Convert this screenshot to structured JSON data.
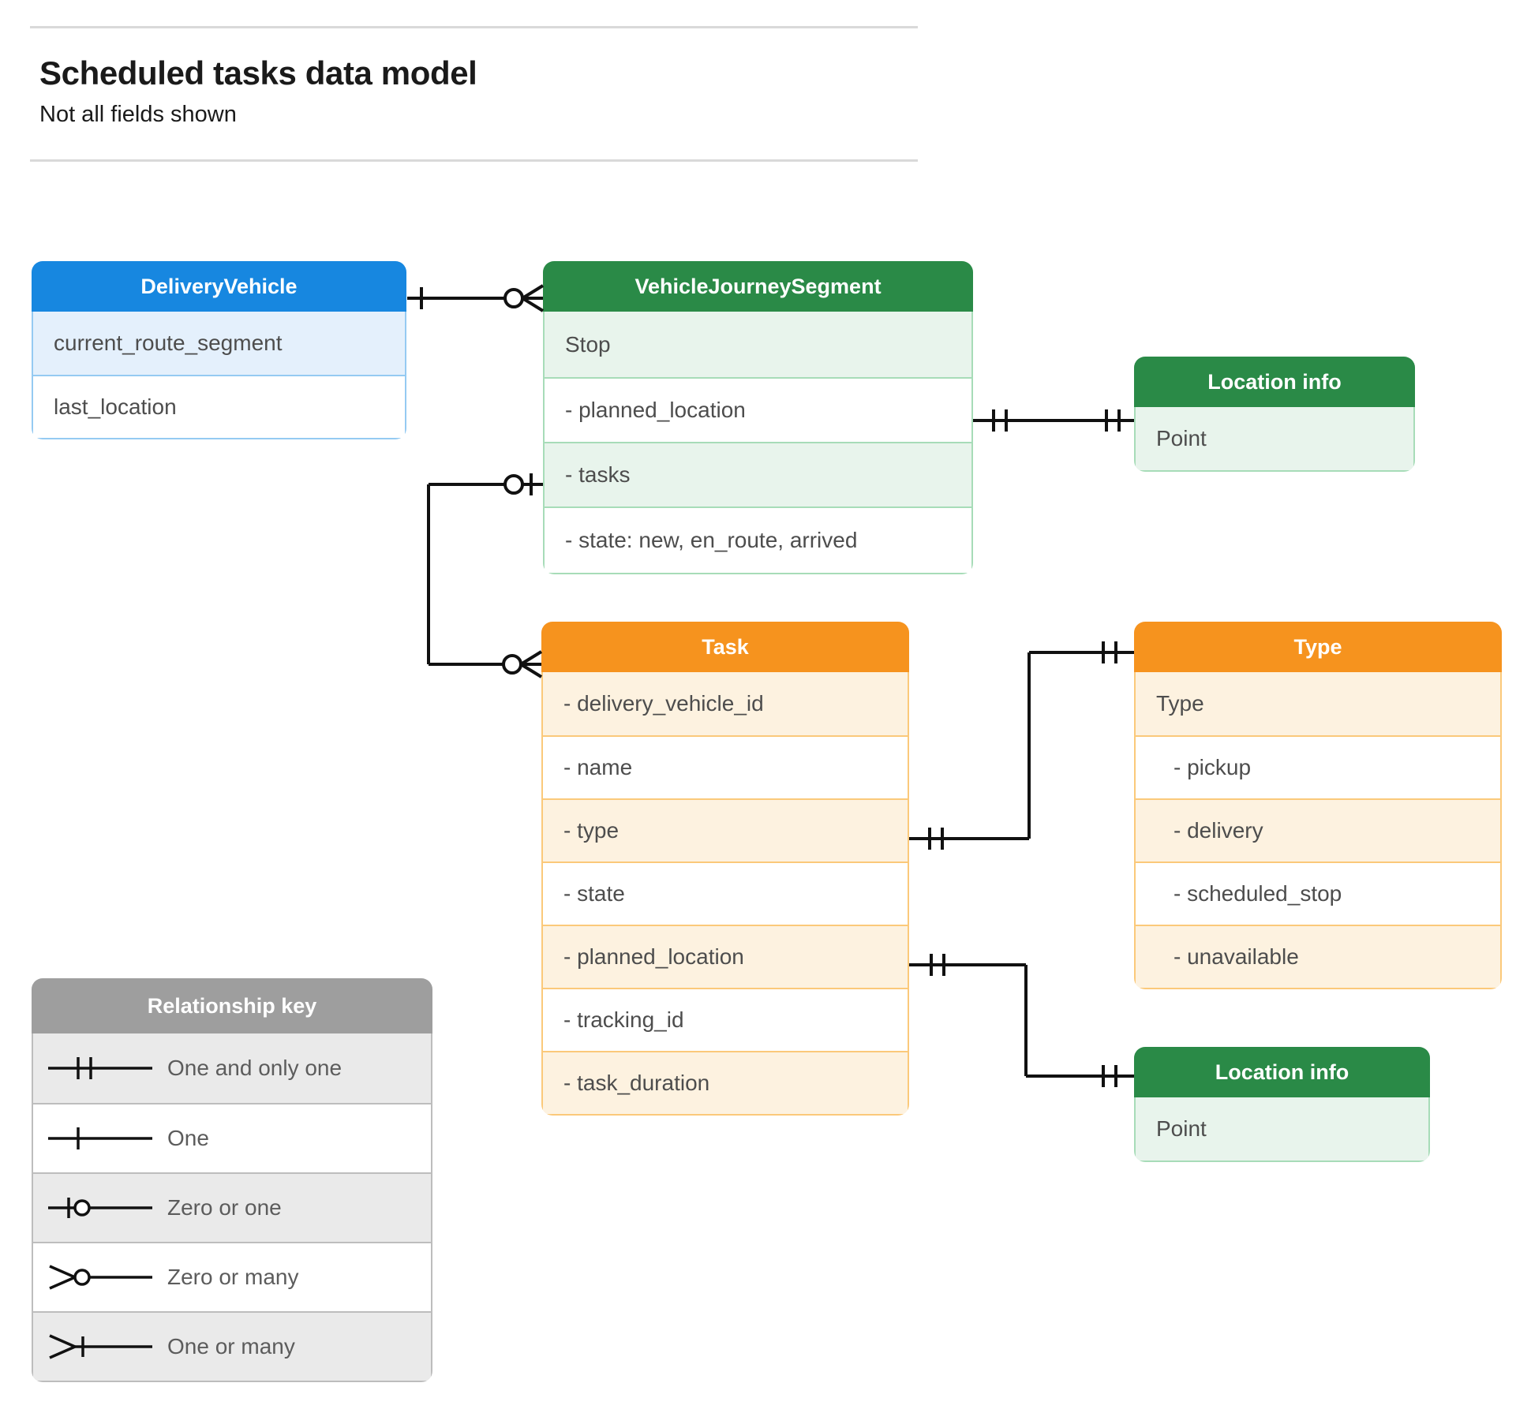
{
  "header": {
    "title": "Scheduled tasks data model",
    "subtitle": "Not all fields shown"
  },
  "colors": {
    "blue_header": "#1787e0",
    "blue_row": "#e4f0fc",
    "blue_border": "#95caf2",
    "green_header": "#2a8a47",
    "green_row": "#e8f4ec",
    "green_border": "#a7dcb8",
    "orange_header": "#f6931e",
    "orange_row": "#fdf2e0",
    "orange_border": "#fbc97a",
    "gray_header": "#9e9e9e",
    "gray_row": "#eaeaea",
    "gray_border": "#bdbdbd",
    "connector": "#000000",
    "rule": "#d9d9d9"
  },
  "entities": {
    "delivery_vehicle": {
      "title": "DeliveryVehicle",
      "rows": [
        "current_route_segment",
        "last_location"
      ]
    },
    "vehicle_journey_segment": {
      "title": "VehicleJourneySegment",
      "rows": [
        "Stop",
        "-  planned_location",
        "- tasks",
        "- state: new, en_route, arrived"
      ]
    },
    "location_info_top": {
      "title": "Location info",
      "rows": [
        "Point"
      ]
    },
    "location_info_bottom": {
      "title": "Location info",
      "rows": [
        "Point"
      ]
    },
    "task": {
      "title": "Task",
      "rows": [
        "- delivery_vehicle_id",
        "- name",
        "- type",
        "- state",
        "- planned_location",
        "- tracking_id",
        "- task_duration"
      ]
    },
    "type": {
      "title": "Type",
      "rows": [
        "Type",
        "-   pickup",
        "-   delivery",
        "-   scheduled_stop",
        "-   unavailable"
      ]
    },
    "relationship_key": {
      "title": "Relationship key",
      "rows": [
        {
          "symbol": "one-and-only-one",
          "label": "One and only one"
        },
        {
          "symbol": "one",
          "label": "One"
        },
        {
          "symbol": "zero-or-one",
          "label": "Zero or one"
        },
        {
          "symbol": "zero-or-many",
          "label": "Zero or many"
        },
        {
          "symbol": "one-or-many",
          "label": "One or many"
        }
      ]
    }
  },
  "relationships": [
    {
      "from": "DeliveryVehicle",
      "from_cardinality": "one",
      "to": "VehicleJourneySegment",
      "to_cardinality": "zero-or-many"
    },
    {
      "from": "VehicleJourneySegment.planned_location",
      "from_cardinality": "one-and-only-one",
      "to": "Location info",
      "to_cardinality": "one-and-only-one"
    },
    {
      "from": "VehicleJourneySegment.tasks",
      "from_cardinality": "zero-or-one",
      "to": "Task",
      "to_cardinality": "zero-or-many"
    },
    {
      "from": "Task.type",
      "from_cardinality": "one-and-only-one",
      "to": "Type",
      "to_cardinality": "one-and-only-one"
    },
    {
      "from": "Task.planned_location",
      "from_cardinality": "one-and-only-one",
      "to": "Location info",
      "to_cardinality": "one-and-only-one"
    }
  ]
}
